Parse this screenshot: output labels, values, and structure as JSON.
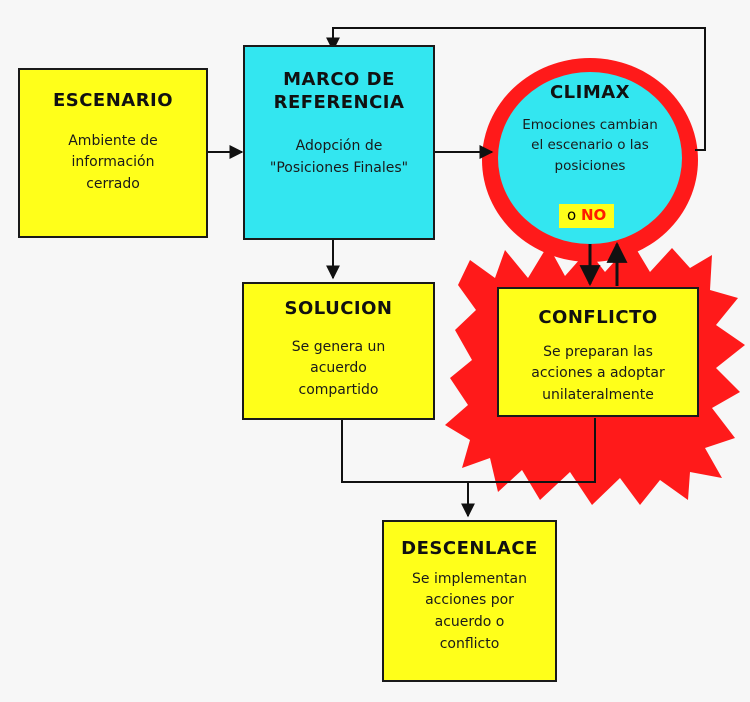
{
  "nodes": {
    "escenario": {
      "title": "ESCENARIO",
      "body": "Ambiente de\ninformación\ncerrado"
    },
    "marco": {
      "title": "MARCO DE\nREFERENCIA",
      "body": "Adopción de\n\"Posiciones Finales\""
    },
    "climax": {
      "title": "CLIMAX",
      "body": "Emociones cambian\nel escenario o las\nposiciones",
      "badge_prefix": "o ",
      "badge_no": "NO"
    },
    "solucion": {
      "title": "SOLUCION",
      "body": "Se genera un\nacuerdo\ncompartido"
    },
    "conflicto": {
      "title": "CONFLICTO",
      "body": "Se preparan las\nacciones a adoptar\nunilateralmente"
    },
    "descenlace": {
      "title": "DESCENLACE",
      "body": "Se implementan\nacciones por\nacuerdo o\nconflicto"
    }
  },
  "colors": {
    "yellow": "#ffff1a",
    "cyan": "#33e6f0",
    "red": "#ff1a1a",
    "stroke": "#1a1a1a",
    "background": "#f7f7f7"
  }
}
